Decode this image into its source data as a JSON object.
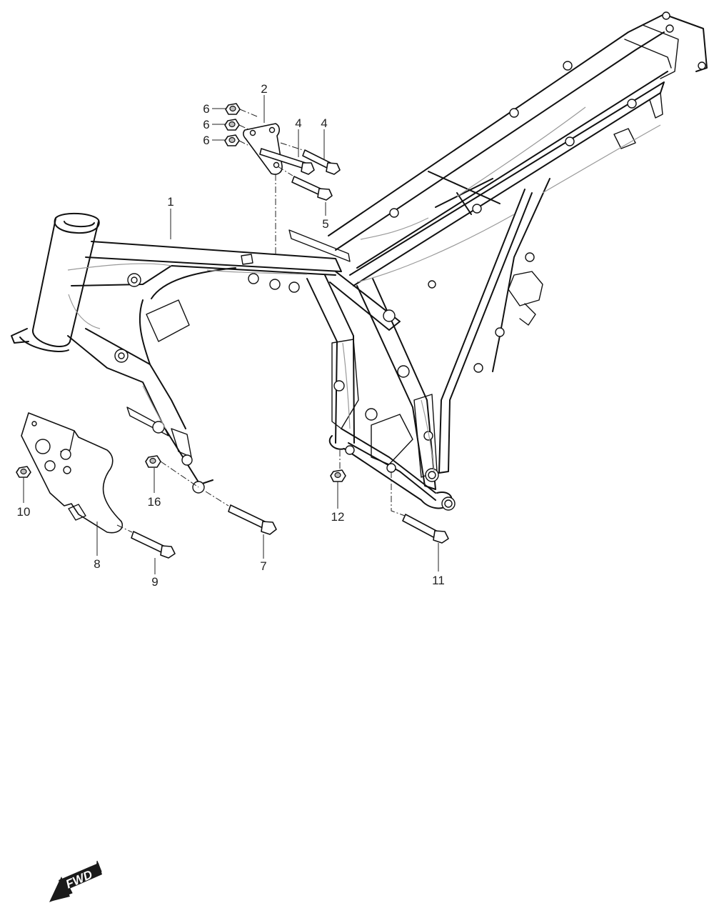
{
  "diagram": {
    "callouts": [
      {
        "id": "1",
        "text": "1"
      },
      {
        "id": "2",
        "text": "2"
      },
      {
        "id": "4a",
        "text": "4"
      },
      {
        "id": "4b",
        "text": "4"
      },
      {
        "id": "5",
        "text": "5"
      },
      {
        "id": "6a",
        "text": "6"
      },
      {
        "id": "6b",
        "text": "6"
      },
      {
        "id": "6c",
        "text": "6"
      },
      {
        "id": "7",
        "text": "7"
      },
      {
        "id": "8",
        "text": "8"
      },
      {
        "id": "9",
        "text": "9"
      },
      {
        "id": "10",
        "text": "10"
      },
      {
        "id": "11",
        "text": "11"
      },
      {
        "id": "12",
        "text": "12"
      },
      {
        "id": "16",
        "text": "16"
      }
    ],
    "fwd_arrow": {
      "label": "FWD",
      "icon": "fwd-arrow-icon"
    }
  },
  "colors": {
    "line": "#111111",
    "label": "#222222",
    "arrow": "#1a1a1a",
    "background": "#ffffff"
  }
}
